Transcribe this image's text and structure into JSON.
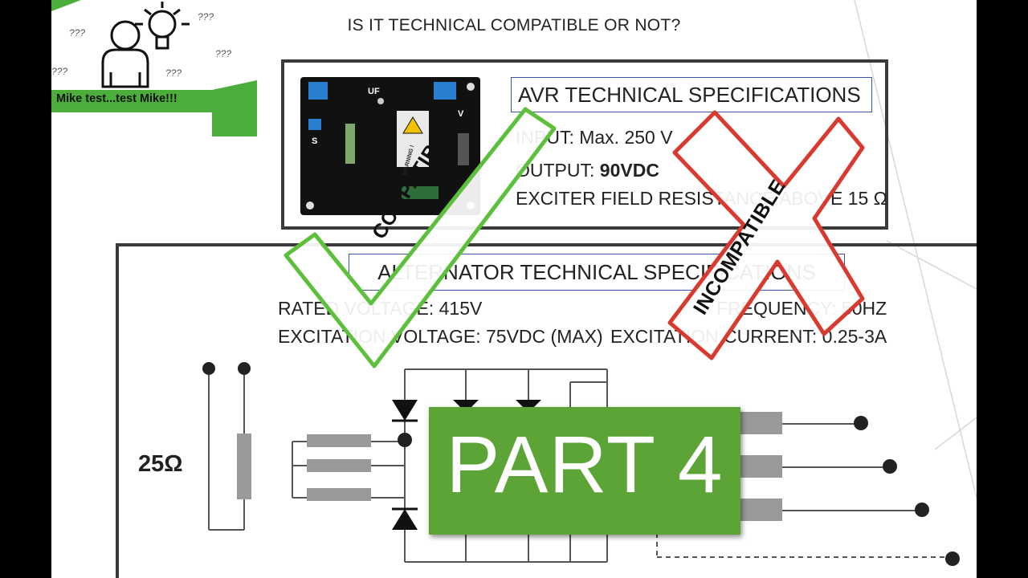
{
  "slide": {
    "headline": "IS IT TECHNICAL COMPATIBLE OR NOT?"
  },
  "logo": {
    "caption": "Mike test...test Mike!!!",
    "question_marks": [
      "???",
      "???",
      "???",
      "???",
      "???"
    ]
  },
  "avr": {
    "title": "AVR TECHNICAL SPECIFICATIONS",
    "board_labels": [
      "UF",
      "V",
      "S",
      "WARNING !"
    ],
    "input_prefix": "INPUT: Max. 250 V",
    "output_prefix": "OUTPUT:",
    "output_value": "90VDC",
    "field_resistance": "EXCITER FIELD RESISTANCE ABOVE 15 Ω"
  },
  "generator": {
    "title": "ALTERNATOR TECHNICAL SPECIFICATIONS",
    "rated_voltage": "RATED VOLTAGE: 415V",
    "frequency": "FREQUENCY: 50HZ",
    "exciter_voltage": "EXCITATION VOLTAGE: 75VDC (MAX)",
    "exciter_current": "EXCITATION CURRENT: 0.25-3A",
    "resistance_label": "25Ω"
  },
  "stamps": {
    "compatible": "COMPATIBLE",
    "incompatible": "INCOMPATIBLE"
  },
  "banner": {
    "label": "PART 4"
  },
  "colors": {
    "stamp_green": "#5cc03a",
    "stamp_red": "#d93a30",
    "banner_green": "#5da437",
    "border": "#3a3a3a",
    "title_border": "#3a55a8"
  }
}
